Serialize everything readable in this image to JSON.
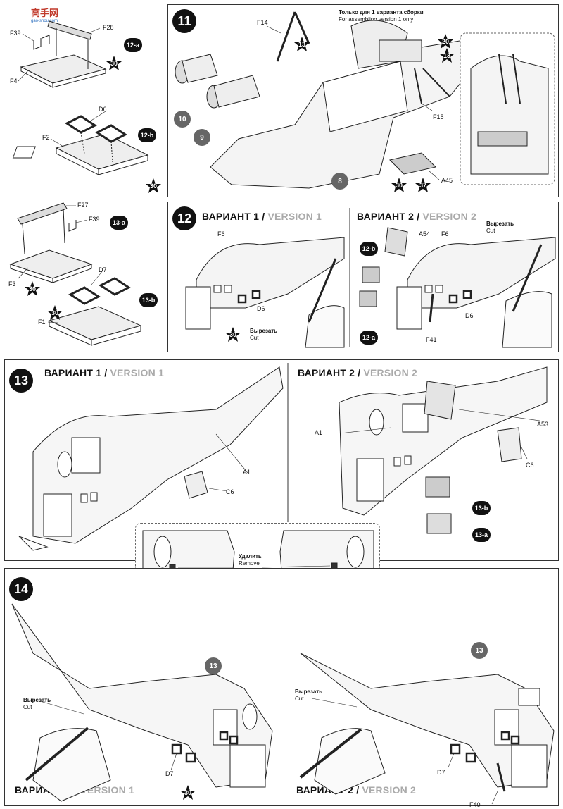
{
  "watermark": {
    "text": "高手网",
    "sub": "gao-shou.com"
  },
  "left_column": {
    "parts_12a": {
      "f39": "F39",
      "f28": "F28",
      "f4": "F4",
      "sub": "12-a",
      "star": "30"
    },
    "parts_12b": {
      "d6": "D6",
      "f2": "F2",
      "sub": "12-b",
      "star": "30"
    },
    "parts_13a": {
      "f27": "F27",
      "f39": "F39",
      "f3": "F3",
      "sub": "13-a",
      "star": "30"
    },
    "parts_13b": {
      "d7": "D7",
      "f1": "F1",
      "sub": "13-b",
      "star": "30"
    }
  },
  "step11": {
    "number": "11",
    "note_ru": "Только для 1 варианта сборки",
    "note_en": "For assembling version 1 only",
    "f14": "F14",
    "f15": "F15",
    "a45": "A45",
    "star13a": "13",
    "star20": "20",
    "star13b": "13",
    "star30": "30",
    "star37": "37",
    "c10": "10",
    "c9": "9",
    "c8": "8"
  },
  "step12": {
    "number": "12",
    "v1_ru": "ВАРИАНТ 1",
    "v1_en": "VERSION 1",
    "v2_ru": "ВАРИАНТ 2",
    "v2_en": "VERSION 2",
    "sep": "/",
    "f6_left": "F6",
    "d6_left": "D6",
    "star30": "30",
    "cut_ru_left": "Вырезать",
    "cut_en_left": "Cut",
    "a54": "A54",
    "f6_right": "F6",
    "d6_right": "D6",
    "f41": "F41",
    "sub12b": "12-b",
    "sub12a": "12-a",
    "cut_ru_right": "Вырезать",
    "cut_en_right": "Cut"
  },
  "step13": {
    "number": "13",
    "v1_ru": "ВАРИАНТ 1",
    "v1_en": "VERSION 1",
    "v2_ru": "ВАРИАНТ 2",
    "v2_en": "VERSION 2",
    "sep": "/",
    "a1_left": "A1",
    "c6_left": "C6",
    "a1_right": "A1",
    "a53": "A53",
    "c6_right": "C6",
    "sub13b": "13-b",
    "sub13a": "13-a"
  },
  "detail": {
    "remove_ru": "Удалить",
    "remove_en": "Remove"
  },
  "step14": {
    "number": "14",
    "v1_ru": "ВАРИАНТ 1",
    "v1_en": "VERSION 1",
    "v2_ru": "ВАРИАНТ 2",
    "v2_en": "VERSION 2",
    "sep": "/",
    "cut_ru_left": "Вырезать",
    "cut_en_left": "Cut",
    "c13_left": "13",
    "d7_left": "D7",
    "star30": "30",
    "cut_ru_right": "Вырезать",
    "cut_en_right": "Cut",
    "c13_right": "13",
    "d7_right": "D7",
    "f40": "F40"
  }
}
